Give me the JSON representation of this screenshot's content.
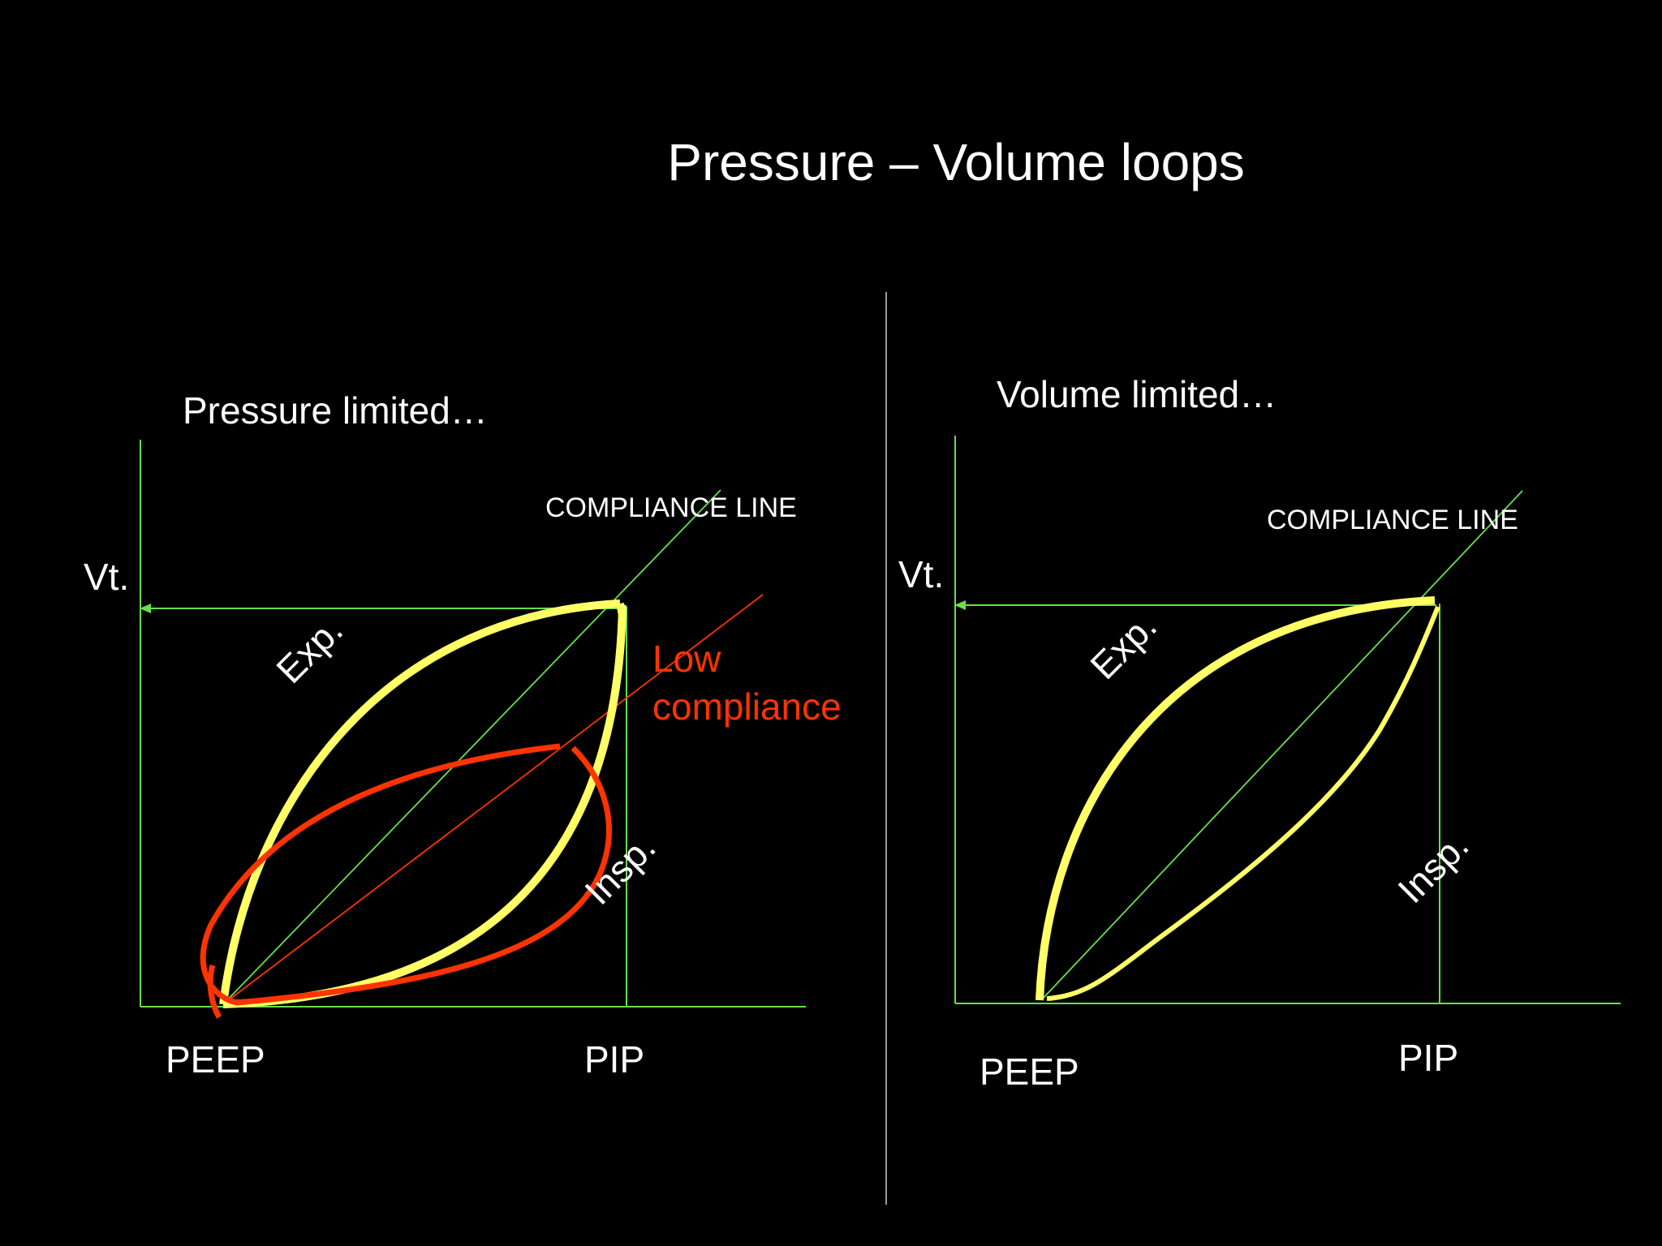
{
  "slide": {
    "title": "Pressure – Volume loops"
  },
  "colors": {
    "background": "#000000",
    "text": "#ffffff",
    "axis": "#66e04a",
    "loop": "#ffff66",
    "low_compliance": "#ff3300",
    "divider": "#9a9a9a"
  },
  "panels": [
    {
      "heading": "Pressure limited…",
      "y_label": "Vt.",
      "compliance_label": "COMPLIANCE LINE",
      "exp_label": "Exp.",
      "insp_label": "Insp.",
      "peep_label": "PEEP",
      "pip_label": "PIP",
      "low_compliance_label": "Low",
      "low_compliance_label_2": "compliance"
    },
    {
      "heading": "Volume  limited…",
      "y_label": "Vt.",
      "compliance_label": "COMPLIANCE LINE",
      "exp_label": "Exp.",
      "insp_label": "Insp.",
      "peep_label": "PEEP",
      "pip_label": "PIP"
    }
  ]
}
